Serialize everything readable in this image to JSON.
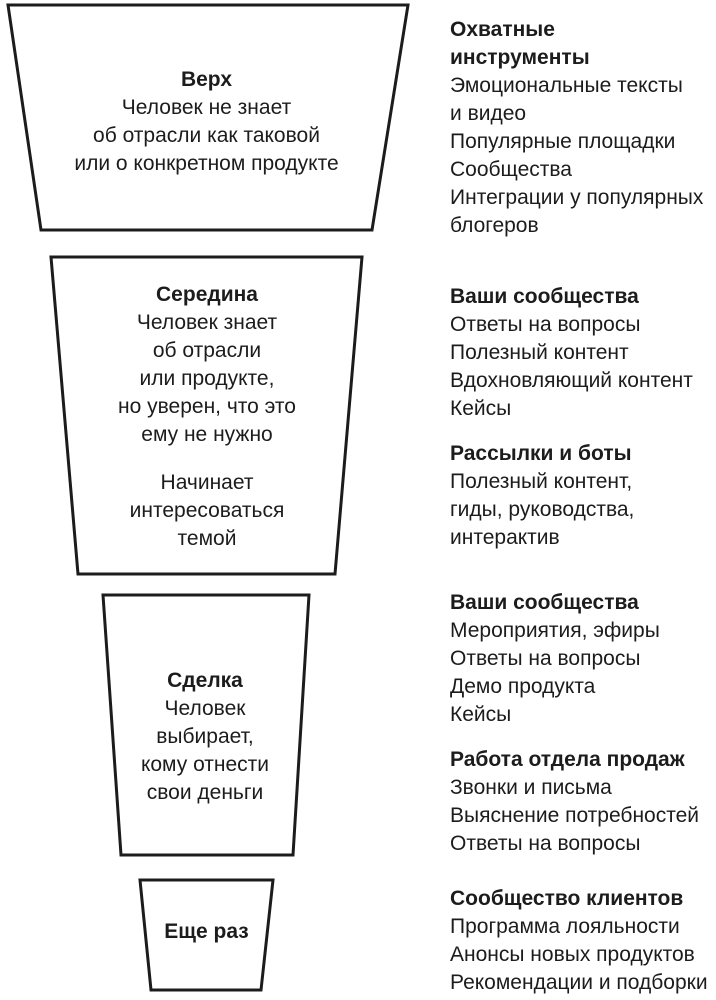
{
  "diagram": {
    "kind": "marketing-funnel",
    "colors": {
      "background": "#ffffff",
      "text": "#1c1c1c",
      "stroke": "#1c1c1c"
    },
    "funnel_stages": [
      {
        "name": "Верх",
        "description_lines": [
          "Человек не знает",
          "об отрасли как таковой",
          "или о конкретном продукте"
        ]
      },
      {
        "name": "Середина",
        "description_lines": [
          "Человек знает",
          "об отрасли",
          "или продукте,",
          "но уверен, что это",
          "ему не нужно"
        ],
        "secondary_lines": [
          "Начинает",
          "интересоваться",
          "темой"
        ]
      },
      {
        "name": "Сделка",
        "description_lines": [
          "Человек",
          "выбирает,",
          "кому отнести",
          "свои деньги"
        ]
      },
      {
        "name": "Еще раз",
        "description_lines": []
      }
    ],
    "right_blocks": [
      {
        "title_lines": [
          "Охватные",
          "инструменты"
        ],
        "items": [
          "Эмоциональные тексты",
          "и видео",
          "Популярные площадки",
          "Сообщества",
          "Интеграции у популярных",
          "блогеров"
        ]
      },
      {
        "title_lines": [
          "Ваши сообщества"
        ],
        "items": [
          "Ответы на вопросы",
          "Полезный контент",
          "Вдохновляющий контент",
          "Кейсы"
        ]
      },
      {
        "title_lines": [
          "Рассылки и боты"
        ],
        "items": [
          "Полезный контент,",
          "гиды, руководства,",
          "интерактив"
        ]
      },
      {
        "title_lines": [
          "Ваши сообщества"
        ],
        "items": [
          "Мероприятия, эфиры",
          "Ответы на вопросы",
          "Демо продукта",
          "Кейсы"
        ]
      },
      {
        "title_lines": [
          "Работа отдела продаж"
        ],
        "items": [
          "Звонки и письма",
          "Выяснение потребностей",
          "Ответы на вопросы"
        ]
      },
      {
        "title_lines": [
          "Сообщество клиентов"
        ],
        "items": [
          "Программа лояльности",
          "Анонсы новых продуктов",
          "Рекомендации и подборки"
        ]
      }
    ]
  }
}
